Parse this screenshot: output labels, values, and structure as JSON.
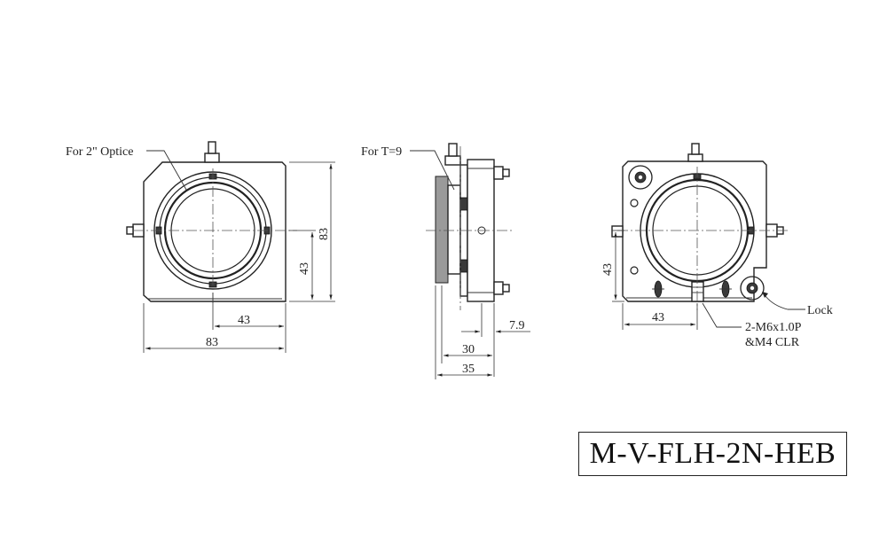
{
  "title": "M-V-FLH-2N-HEB",
  "front_view": {
    "callout": "For 2\" Optice",
    "dims": {
      "center_x": "43",
      "width": "83",
      "center_y": "43",
      "height": "83"
    }
  },
  "side_view": {
    "callout": "For T=9",
    "dims": {
      "offset": "7.9",
      "depth_a": "30",
      "depth_b": "35"
    }
  },
  "back_view": {
    "lock_label": "Lock",
    "thread_label_1": "2-M6x1.0P",
    "thread_label_2": "&M4 CLR",
    "dims": {
      "center_x": "43",
      "center_y": "43"
    }
  },
  "colors": {
    "line": "#222222",
    "shade": "#9a9a9a",
    "background": "#ffffff"
  }
}
